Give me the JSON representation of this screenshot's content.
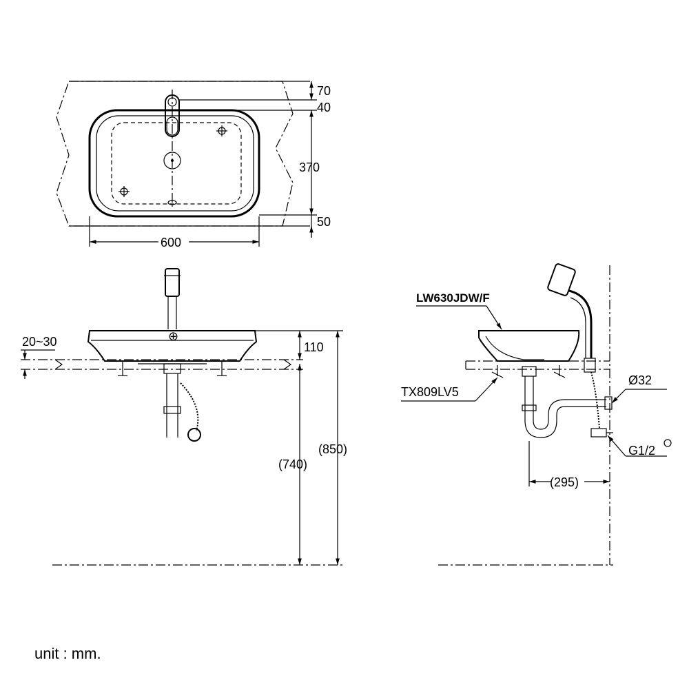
{
  "dimensions": {
    "top_70": "70",
    "top_40": "40",
    "top_370": "370",
    "top_50": "50",
    "top_600": "600",
    "front_20_30": "20~30",
    "front_110": "110",
    "front_740": "(740)",
    "front_850": "(850)",
    "side_295": "(295)",
    "side_d32": "Ø32",
    "side_g12": "G1/2"
  },
  "labels": {
    "basin_model": "LW630JDW/F",
    "trap_model": "TX809LV5"
  },
  "footer": {
    "unit_note": "unit : mm."
  }
}
